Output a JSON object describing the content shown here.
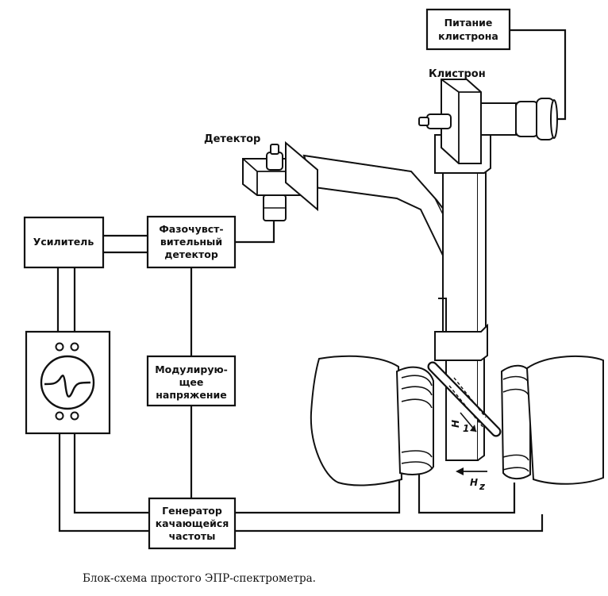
{
  "blocks": {
    "power": [
      "Питание",
      "клистрона"
    ],
    "amplifier": [
      "Усилитель"
    ],
    "phase_detector": [
      "Фазочувст-",
      "вительный",
      "детектор"
    ],
    "modulation": [
      "Модулирую-",
      "щее",
      "напряжение"
    ],
    "generator": [
      "Генератор",
      "качающейся",
      "частоты"
    ]
  },
  "components": {
    "klystron": "Клистрон",
    "detector": "Детектор"
  },
  "vectors": {
    "h1": "H",
    "h1_sub": "1",
    "hz": "H",
    "hz_sub": "z"
  },
  "caption": "Блок-схема простого ЭПР-спектрометра."
}
